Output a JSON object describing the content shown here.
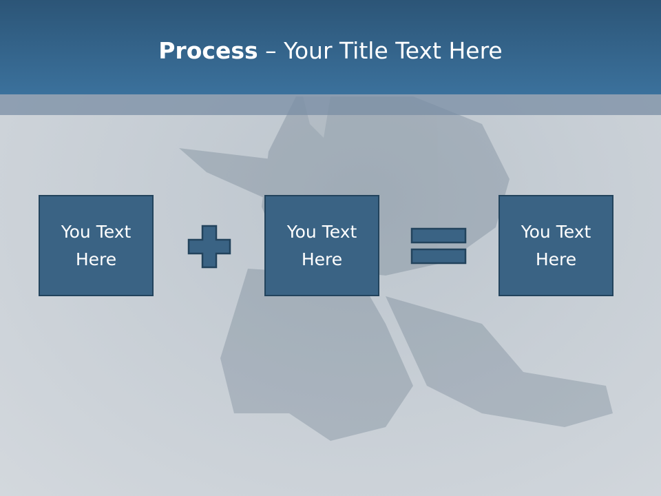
{
  "slide": {
    "title_bold": "Process",
    "title_dash": " – ",
    "title_rest": "Your Title Text Here"
  },
  "process": {
    "boxes": [
      {
        "label": "You Text Here"
      },
      {
        "label": "You Text Here"
      },
      {
        "label": "You Text Here"
      }
    ],
    "operators": [
      "plus-icon",
      "equals-icon"
    ]
  },
  "colors": {
    "header": "#3b719c",
    "box_fill": "#3a6384",
    "box_border": "#22435c",
    "background": "#c9d0d6"
  }
}
